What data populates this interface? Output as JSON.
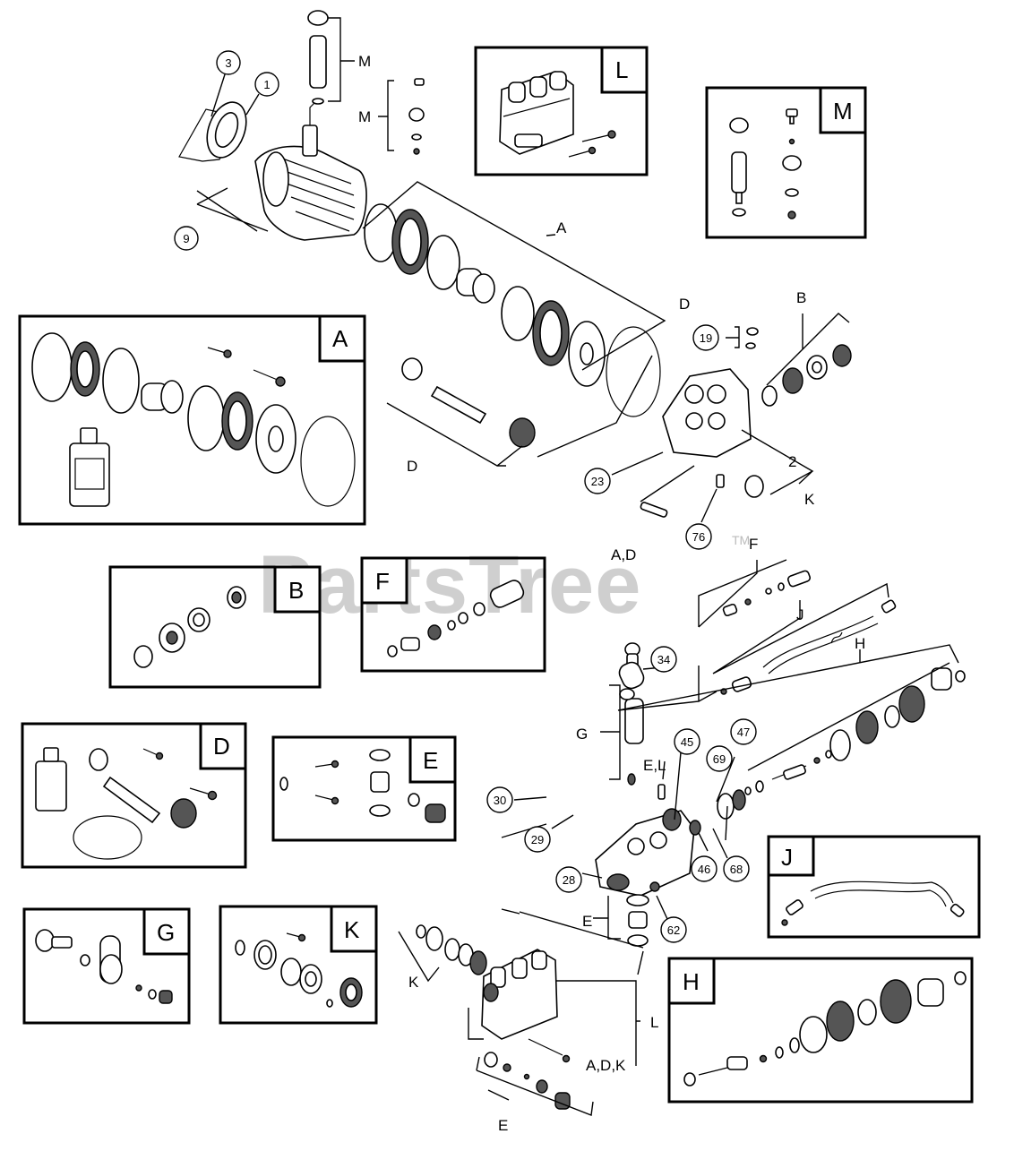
{
  "watermark": {
    "text": "PartsTree",
    "tm": "TM"
  },
  "callouts": {
    "c1": "1",
    "c3": "3",
    "c9": "9",
    "c19": "19",
    "c23": "23",
    "c76": "76",
    "c34": "34",
    "c45": "45",
    "c47": "47",
    "c69": "69",
    "c30": "30",
    "c29": "29",
    "c28": "28",
    "c46": "46",
    "c68": "68",
    "c62": "62"
  },
  "letters": {
    "M1": "M",
    "M2": "M",
    "A": "A",
    "D1": "D",
    "D2": "D",
    "B": "B",
    "two": "2",
    "K1": "K",
    "AD": "A,D",
    "F": "F",
    "J": "J",
    "H": "H",
    "G": "G",
    "EL": "E,L",
    "E1": "E",
    "K2": "K",
    "L": "L",
    "ADK": "A,D,K",
    "E2": "E"
  },
  "kit_tabs": {
    "L": "L",
    "M": "M",
    "A": "A",
    "B": "B",
    "F": "F",
    "D": "D",
    "E": "E",
    "J": "J",
    "G": "G",
    "K": "K",
    "H": "H"
  }
}
